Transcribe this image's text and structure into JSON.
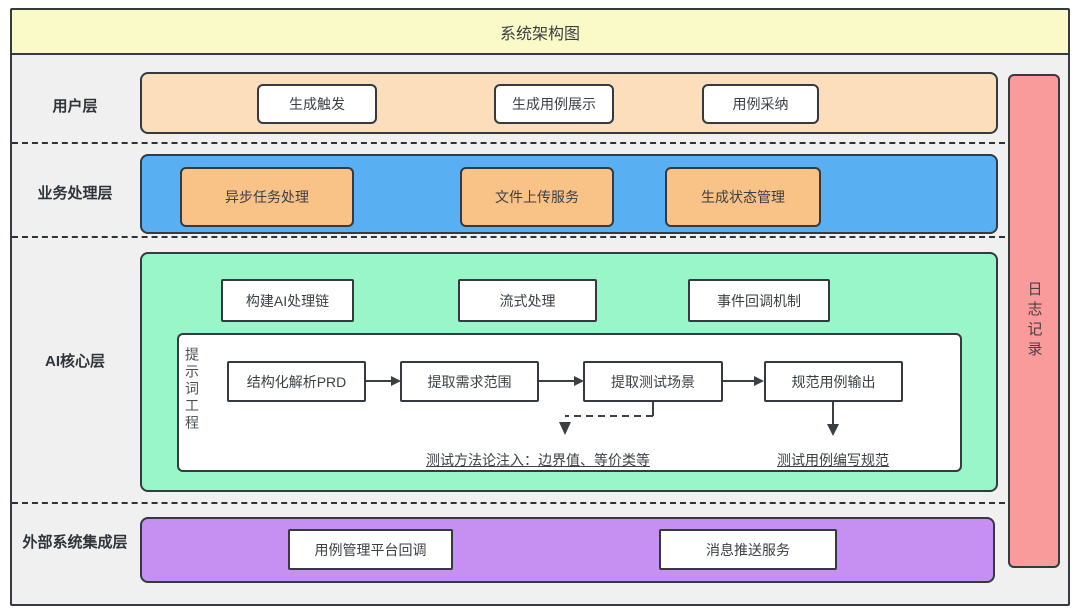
{
  "title": "系统架构图",
  "layers": {
    "user": {
      "label": "用户层",
      "boxes": [
        "生成触发",
        "生成用例展示",
        "用例采纳"
      ]
    },
    "business": {
      "label": "业务处理层",
      "boxes": [
        "异步任务处理",
        "文件上传服务",
        "生成状态管理"
      ]
    },
    "ai": {
      "label": "AI核心层",
      "boxes": [
        "构建AI处理链",
        "流式处理",
        "事件回调机制"
      ],
      "pipeline": {
        "side_label": "提示词工程",
        "steps": [
          "结构化解析PRD",
          "提取需求范围",
          "提取测试场景",
          "规范用例输出"
        ],
        "annotations": [
          "测试方法论注入：边界值、等价类等",
          "测试用例编写规范"
        ]
      }
    },
    "external": {
      "label": "外部系统集成层",
      "boxes": [
        "用例管理平台回调",
        "消息推送服务"
      ]
    }
  },
  "sidebar": {
    "label": "日志记录"
  },
  "colors": {
    "frame-bg": "#F0F0F1",
    "border": "#343A40",
    "text": "#3B4045",
    "title-bg": "#FAFAC8",
    "user-band": "#FCDEBD",
    "business-band": "#58AFF2",
    "orange-box": "#F9C286",
    "ai-band": "#99F6C8",
    "external-band": "#C68FF2",
    "log-bar": "#F99B9B",
    "box-bg": "#FFFFFF"
  }
}
